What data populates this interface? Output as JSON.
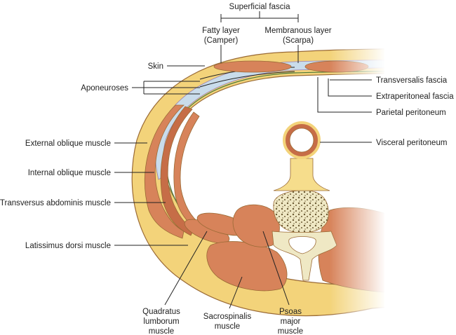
{
  "title": "Cross-section of the abdominal wall",
  "colors": {
    "skin": "#f3d37a",
    "fat": "#f6dd8c",
    "muscle": "#d7835a",
    "muscle_dark": "#c66d47",
    "aponeurosis": "#c9dceb",
    "bone": "#efe8c4",
    "bone_spots": "#5a4a2a",
    "outline": "#9a6a35",
    "fascia_green": "#4c7a3a",
    "fascia_purple": "#9c7fb0",
    "text": "#222222"
  },
  "labels": {
    "superficial_fascia": "Superficial fascia",
    "fatty_layer_1": "Fatty layer",
    "fatty_layer_2": "(Camper)",
    "membranous_layer_1": "Membranous layer",
    "membranous_layer_2": "(Scarpa)",
    "skin": "Skin",
    "aponeuroses": "Aponeuroses",
    "transversalis_fascia": "Transversalis fascia",
    "extraperitoneal_fascia": "Extraperitoneal fascia",
    "parietal_peritoneum": "Parietal peritoneum",
    "visceral_peritoneum": "Visceral peritoneum",
    "external_oblique": "External oblique muscle",
    "internal_oblique": "Internal oblique muscle",
    "transversus_abdominis": "Transversus abdominis muscle",
    "latissimus_dorsi": "Latissimus dorsi muscle",
    "quadratus_1": "Quadratus",
    "quadratus_2": "lumborum",
    "quadratus_3": "muscle",
    "sacrospinalis_1": "Sacrospinalis",
    "sacrospinalis_2": "muscle",
    "psoas_1": "Psoas",
    "psoas_2": "major",
    "psoas_3": "muscle"
  }
}
